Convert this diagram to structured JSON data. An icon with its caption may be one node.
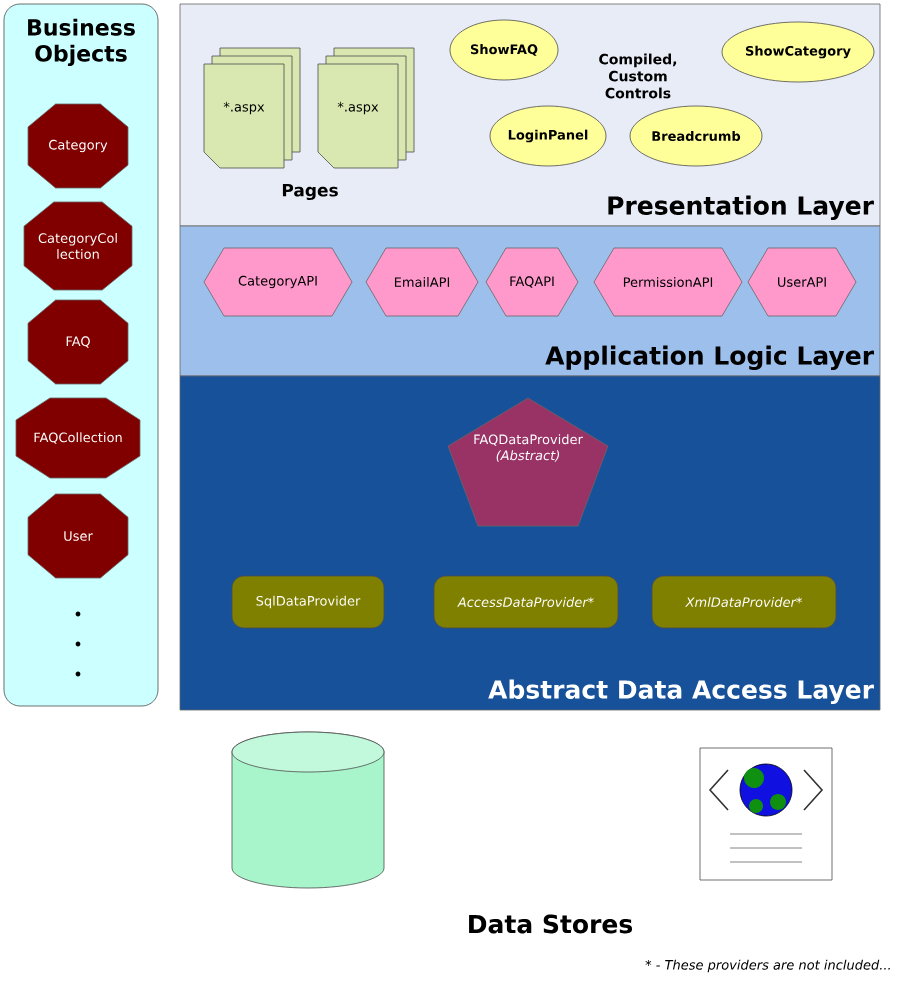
{
  "diagram": {
    "nodes": [
      {
        "text": [
          "Business Objects"
        ]
      },
      {
        "text": [
          "Category"
        ],
        "in": 0
      },
      {
        "text": [
          "CategoryCol lection"
        ],
        "in": 0
      },
      {
        "text": [
          "FAQ"
        ],
        "in": 0
      },
      {
        "text": [
          "FAQCollection"
        ],
        "in": 0
      },
      {
        "text": [
          "User"
        ],
        "in": 0
      },
      {
        "text": [
          "Presentation Layer"
        ]
      },
      {
        "text": [
          "*.aspx"
        ],
        "in": 6
      },
      {
        "text": [
          "*.aspx"
        ],
        "in": 6
      },
      {
        "text": [
          "ShowFAQ"
        ],
        "in": 6
      },
      {
        "text": [
          "ShowCategory"
        ],
        "in": 6
      },
      {
        "text": [
          "LoginPanel"
        ],
        "in": 6
      },
      {
        "text": [
          "Breadcrumb"
        ],
        "in": 6
      },
      {
        "text": [
          "Application Logic Layer"
        ]
      },
      {
        "text": [
          "CategoryAPI"
        ],
        "in": 13
      },
      {
        "text": [
          "EmailAPI"
        ],
        "in": 13
      },
      {
        "text": [
          "FAQAPI"
        ],
        "in": 13
      },
      {
        "text": [
          "PermissionAPI"
        ],
        "in": 13
      },
      {
        "text": [
          "UserAPI"
        ],
        "in": 13
      },
      {
        "text": [
          "Abstract Data Access Layer"
        ]
      },
      {
        "text": [
          "FAQDataProvider",
          "(Abstract)"
        ],
        "in": 19
      },
      {
        "text": [
          "SqlDataProvider"
        ],
        "in": 19
      },
      {
        "text": [
          "AccessDataProvider*"
        ],
        "in": 19
      },
      {
        "text": [
          "XmlDataProvider*"
        ],
        "in": 19
      },
      {
        "text": [],
        "shape": "cylinder"
      },
      {
        "text": [],
        "shape": "picture"
      }
    ],
    "labels": [
      "Pages",
      "Compiled, Custom Controls",
      "Data Stores",
      "* - These providers are not included..."
    ]
  }
}
